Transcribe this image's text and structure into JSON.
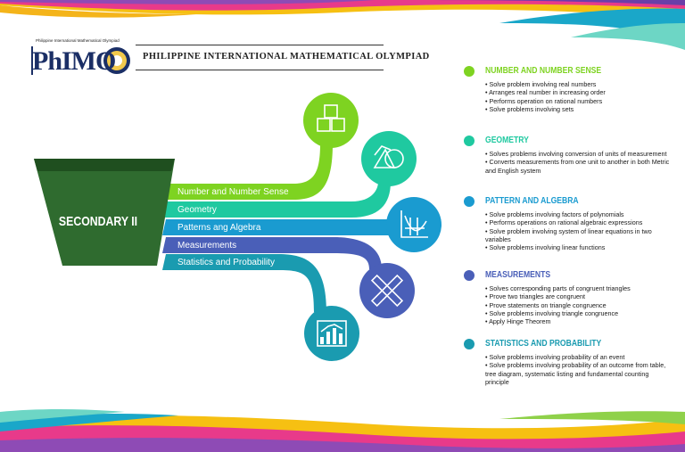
{
  "header": {
    "logo_small_text": "Philippine International Mathematical Olympiad",
    "logo_text": "PhIMO",
    "title": "PHILIPPINE INTERNATIONAL MATHEMATICAL OLYMPIAD"
  },
  "level": "SECONDARY II",
  "bands": [
    {
      "label": "Number and Number Sense",
      "color": "#7ed321"
    },
    {
      "label": "Geometry",
      "color": "#1fc9a0"
    },
    {
      "label": "Patterns ang Algebra",
      "color": "#1a9bd0"
    },
    {
      "label": "Measurements",
      "color": "#4a5fb8"
    },
    {
      "label": "Statistics and Probability",
      "color": "#1a9bb0"
    }
  ],
  "icons": [
    {
      "name": "number-blocks-icon",
      "color": "#7ed321"
    },
    {
      "name": "geometry-shapes-icon",
      "color": "#1fc9a0"
    },
    {
      "name": "graph-axes-icon",
      "color": "#1a9bd0"
    },
    {
      "name": "pencil-ruler-icon",
      "color": "#4a5fb8"
    },
    {
      "name": "bar-chart-icon",
      "color": "#1a9bb0"
    }
  ],
  "sections": [
    {
      "title": "NUMBER AND NUMBER SENSE",
      "color": "#7ed321",
      "items": [
        "• Solve problem involving real numbers",
        "• Arranges real number in increasing order",
        "• Performs operation on rational numbers",
        "• Solve problems involving sets"
      ]
    },
    {
      "title": "GEOMETRY",
      "color": "#1fc9a0",
      "items": [
        "• Solves problems involving conversion of units of measurement",
        "• Converts measurements from one unit to another in both Metric and English system"
      ]
    },
    {
      "title": "PATTERN AND ALGEBRA",
      "color": "#1a9bd0",
      "items": [
        "• Solve problems involving factors of polynomials",
        "• Performs operations on rational algebraic expressions",
        "• Solve problem involving system of linear equations in two variables",
        "• Solve problems involving linear functions"
      ]
    },
    {
      "title": "MEASUREMENTS",
      "color": "#4a5fb8",
      "items": [
        "• Solves corresponding parts of congruent triangles",
        "• Prove two triangles are congruent",
        "• Prove statements on triangle congruence",
        "• Solve problems involving triangle congruence",
        "• Apply Hinge Theorem"
      ]
    },
    {
      "title": "STATISTICS AND PROBABILITY",
      "color": "#1a9bb0",
      "items": [
        "• Solve problems involving probability of an event",
        "• Solve problems involving probability of an outcome from table, tree diagram, systematic listing and fundamental counting principle"
      ]
    }
  ]
}
